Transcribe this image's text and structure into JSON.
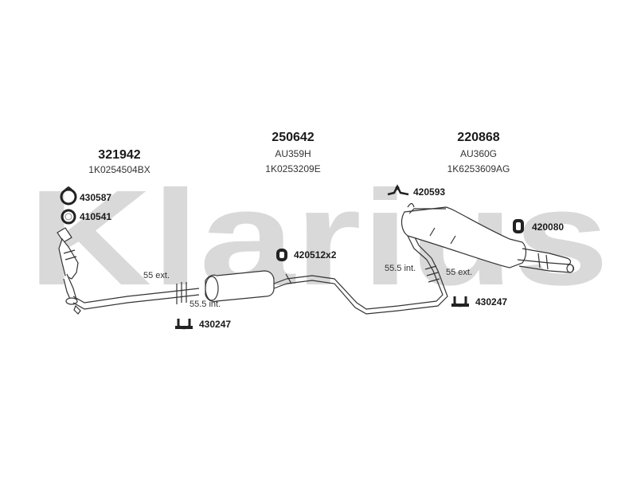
{
  "watermark": {
    "text": "Klarius",
    "color": "#d9d9d9"
  },
  "assemblies": [
    {
      "part_number": "321942",
      "code": "",
      "oe_ref": "1K0254504BX"
    },
    {
      "part_number": "250642",
      "code": "AU359H",
      "oe_ref": "1K0253209E"
    },
    {
      "part_number": "220868",
      "code": "AU360G",
      "oe_ref": "1K6253609AG"
    }
  ],
  "fittings": [
    {
      "part": "430587",
      "icon": "clamp-ring-icon"
    },
    {
      "part": "410541",
      "icon": "gasket-ring-icon"
    },
    {
      "part": "420593",
      "icon": "hanger-bracket-icon"
    },
    {
      "part": "420080",
      "icon": "rubber-mount-icon"
    },
    {
      "part": "420512x2",
      "icon": "rubber-mount-icon"
    },
    {
      "part": "430247",
      "icon": "u-clamp-icon"
    },
    {
      "part": "430247",
      "icon": "u-clamp-icon"
    }
  ],
  "joint_notes": [
    "55 ext.",
    "55.5 int.",
    "55.5 int.",
    "55 ext."
  ]
}
